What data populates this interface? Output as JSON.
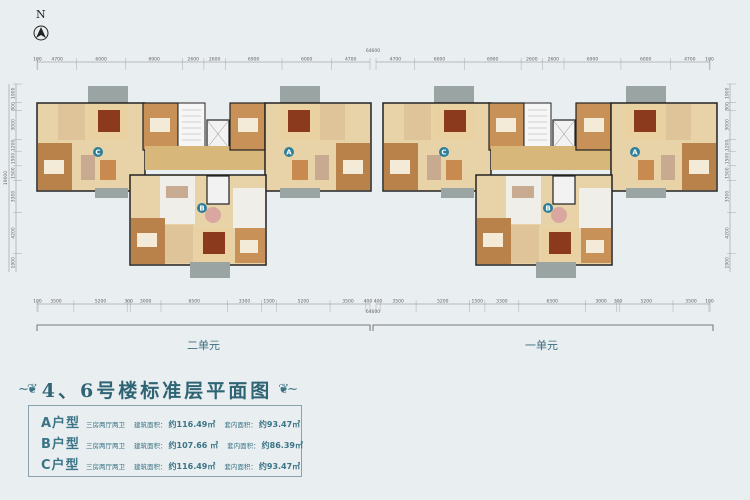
{
  "compass": {
    "label": "N"
  },
  "dimensions": {
    "top_left": [
      "100",
      "4700",
      "6000",
      "6900",
      "2600",
      "2600",
      "6900",
      "6000",
      "4700"
    ],
    "top_right": [
      "4700",
      "6000",
      "6900",
      "2600",
      "2600",
      "6900",
      "6000",
      "4700",
      "100"
    ],
    "top_total": "64600",
    "bottom_left": [
      "100",
      "3500",
      "5200",
      "300",
      "3000",
      "6500",
      "3300",
      "1500",
      "5200",
      "3500",
      "400"
    ],
    "bottom_right": [
      "400",
      "3500",
      "5200",
      "1500",
      "3300",
      "6500",
      "3000",
      "300",
      "5200",
      "3500",
      "100"
    ],
    "bottom_total": "64600",
    "side": [
      "1900",
      "800",
      "3000",
      "1200",
      "1500",
      "1500",
      "3300",
      "4200",
      "1900"
    ],
    "side_total": "19000"
  },
  "units": {
    "left_label": "二单元",
    "right_label": "一单元",
    "badges": [
      "C",
      "A",
      "B"
    ]
  },
  "title": "4、6号楼标准层平面图",
  "types": [
    {
      "name": "A户型",
      "layout": "三房两厅两卫",
      "area_label": "建筑面积：",
      "area": "约116.49㎡",
      "inner_label": "套内面积：",
      "inner": "约93.47㎡"
    },
    {
      "name": "B户型",
      "layout": "三房两厅两卫",
      "area_label": "建筑面积：",
      "area": "约107.66 ㎡",
      "inner_label": "套内面积：",
      "inner": "约86.39㎡"
    },
    {
      "name": "C户型",
      "layout": "三房两厅两卫",
      "area_label": "建筑面积：",
      "area": "约116.49㎡",
      "inner_label": "套内面积：",
      "inner": "约93.47㎡"
    }
  ],
  "colors": {
    "background": "#e9eef0",
    "accent": "#2f6474",
    "badge": "#2f7f99",
    "wood": "#b9824a",
    "floor": "#e8d3a8",
    "corridor": "#d8b77a"
  }
}
